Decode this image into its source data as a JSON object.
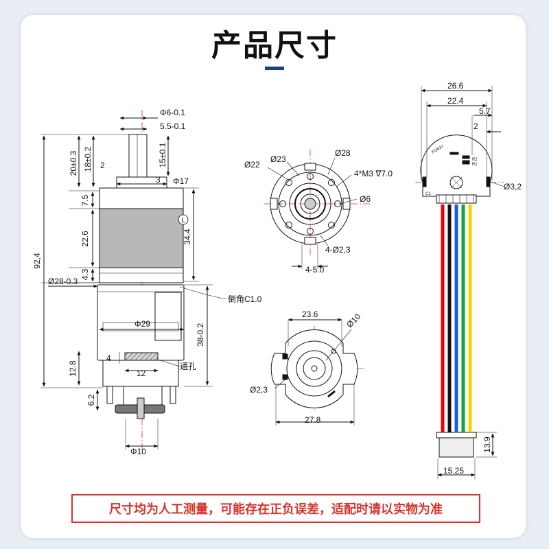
{
  "title": "产品尺寸",
  "note": "尺寸均为人工测量，可能存在正负误差，适配时请以实物为准",
  "side_view": {
    "shaft_diameter": "Φ6-0.1",
    "shaft_flat": "5.5-0.1",
    "shaft_length_1": "20±0.3",
    "shaft_length_2": "18±0.2",
    "flat_length": "15±0.1",
    "dim_2": "2",
    "dim_3": "3",
    "boss_diameter": "Φ17",
    "dim_7_5": "7.5",
    "dim_22_6": "22.6",
    "dim_4_3": "4.3",
    "total_length": "92,4",
    "gearbox_length": "34.4",
    "gearbox_length_tag": "L",
    "gearbox_diameter": "Ø28-0.3",
    "chamfer": "倒角C1.0",
    "motor_diameter": "Φ29",
    "motor_length": "38-0.2",
    "rear_length": "12.8",
    "dim_4": "4",
    "dim_12": "12",
    "through_hole": "通孔",
    "terminal_length": "6.2",
    "encoder_diameter": "Φ10"
  },
  "front_view": {
    "d22": "Ø22",
    "d23": "Ø23",
    "d28": "Ø28",
    "screw": "4*M3 ∇7.0",
    "d6": "Ø6",
    "holes": "4-Ø2,3",
    "slots": "4-5.0"
  },
  "rear_view": {
    "width": "23.6",
    "d10": "Ø10",
    "d2_3": "Ø2,3",
    "overall": "27.8"
  },
  "encoder_view": {
    "width": "26.6",
    "inner": "22.4",
    "offset": "5.7",
    "dim_2": "2",
    "hole": "Ø3,2",
    "pcb_label_1": "R2",
    "pcb_label_2": "R1",
    "pcb_label_3": "C1",
    "pcb_label_4": "XGB37",
    "connector_height": "13.9",
    "connector_width": "15.25"
  },
  "colors": {
    "title_bar": "#1d3f8c",
    "note_red": "#d8332b",
    "gearbox_fill": "#b8b8b8",
    "hatch": "#888888",
    "wires": [
      "#e60012",
      "#111111",
      "#1b5fd1",
      "#16a33a",
      "#f2d400"
    ]
  }
}
